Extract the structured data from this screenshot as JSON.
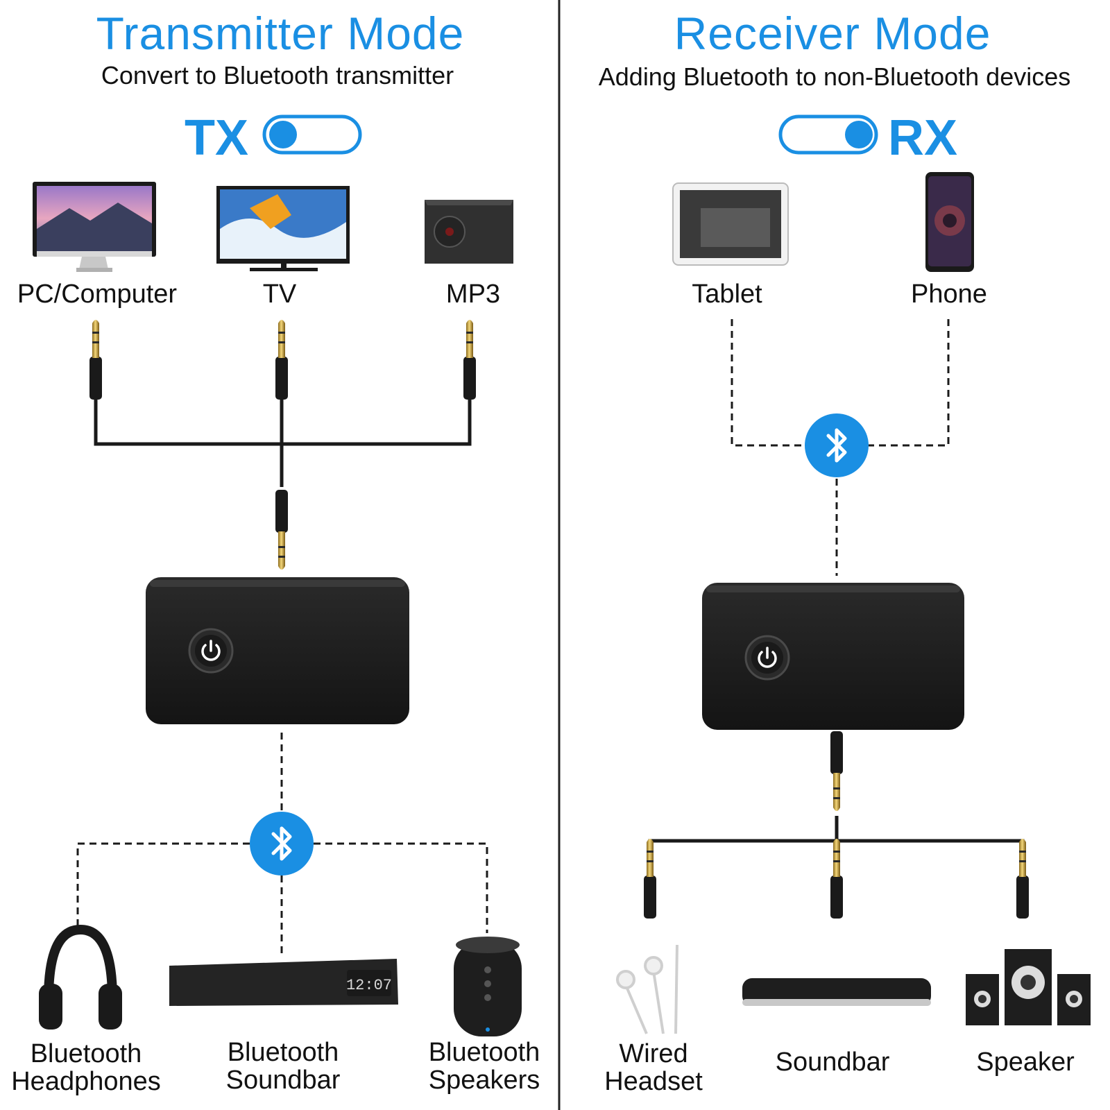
{
  "transmitter": {
    "title": "Transmitter Mode",
    "subtitle": "Convert to Bluetooth transmitter",
    "switch_label": "TX",
    "sources": [
      "PC/Computer",
      "TV",
      "MP3"
    ],
    "outputs": [
      {
        "line1": "Bluetooth",
        "line2": "Headphones"
      },
      {
        "line1": "Bluetooth",
        "line2": "Soundbar"
      },
      {
        "line1": "Bluetooth",
        "line2": "Speakers"
      }
    ],
    "soundbar_display": "12:07"
  },
  "receiver": {
    "title": "Receiver Mode",
    "subtitle": "Adding Bluetooth to non-Bluetooth devices",
    "switch_label": "RX",
    "sources": [
      "Tablet",
      "Phone"
    ],
    "outputs": [
      {
        "line1": "Wired",
        "line2": "Headset"
      },
      {
        "line1": "Soundbar",
        "line2": ""
      },
      {
        "line1": "Speaker",
        "line2": ""
      }
    ]
  },
  "colors": {
    "accent": "#1a8fe3",
    "device": "#1c1c1c",
    "text": "#111111"
  },
  "icons": [
    "bluetooth-icon",
    "power-icon",
    "monitor-icon",
    "tv-icon",
    "mp3-icon",
    "tablet-icon",
    "phone-icon",
    "headphones-icon",
    "soundbar-icon",
    "speaker-icon",
    "earphones-icon",
    "audio-jack-icon"
  ]
}
